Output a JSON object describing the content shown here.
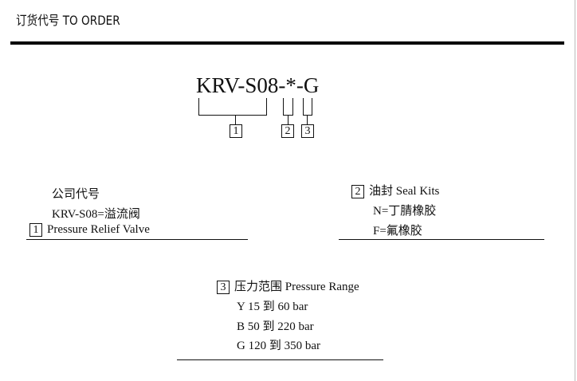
{
  "header": {
    "title": "订货代号 TO ORDER"
  },
  "model_code": {
    "code": "KRV-S08-*-G",
    "markers": [
      "1",
      "2",
      "3"
    ]
  },
  "section1": {
    "marker": "1",
    "company_label": "公司代号",
    "code_line": "KRV-S08=溢流阀",
    "name": "Pressure Relief Valve"
  },
  "section2": {
    "marker": "2",
    "title": "油封 Seal Kits",
    "options": [
      "N=丁腈橡胶",
      "F=氟橡胶"
    ]
  },
  "section3": {
    "marker": "3",
    "title": "压力范围 Pressure Range",
    "options": [
      "Y 15 到 60 bar",
      "B 50 到 220 bar",
      "G 120 到 350 bar"
    ]
  }
}
